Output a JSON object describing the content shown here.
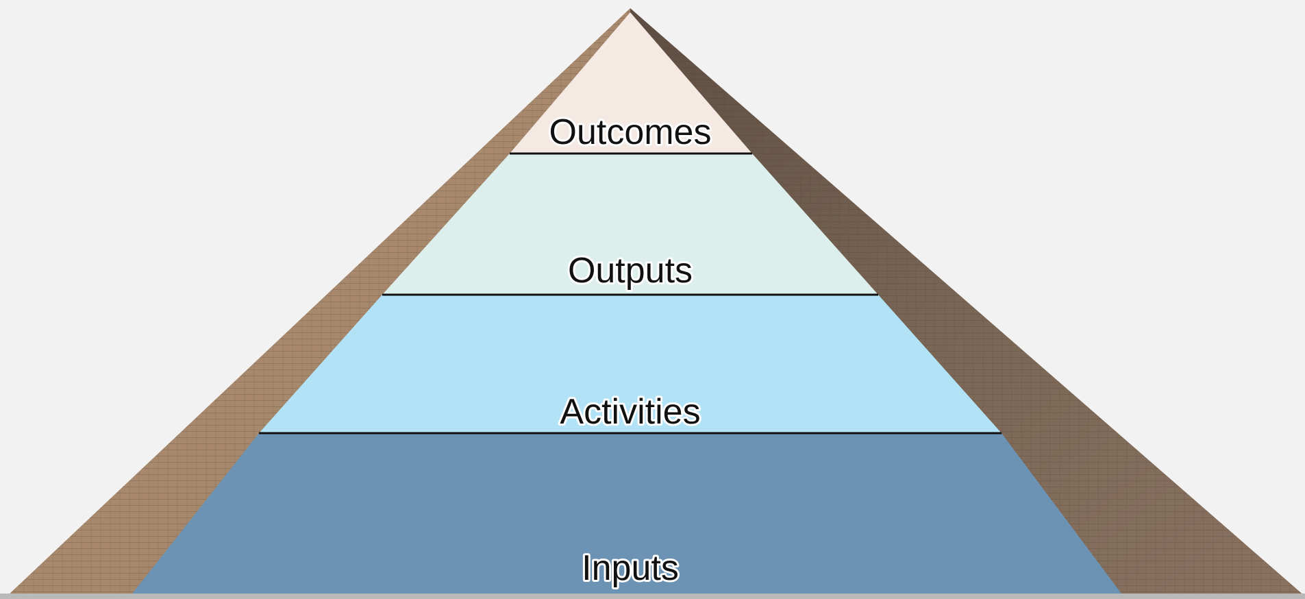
{
  "diagram": {
    "type": "pyramid",
    "layers_top_to_bottom": [
      {
        "label": "Outcomes",
        "color": "#f5e9e4"
      },
      {
        "label": "Outputs",
        "color": "#dcefed"
      },
      {
        "label": "Activities",
        "color": "#b2e2f6"
      },
      {
        "label": "Inputs",
        "color": "#6c93b4"
      }
    ]
  },
  "colors": {
    "background": "#f2f2f2",
    "stone_light": "#a8876a",
    "stone_dark": "#6f5a4a",
    "divider": "#111111"
  }
}
